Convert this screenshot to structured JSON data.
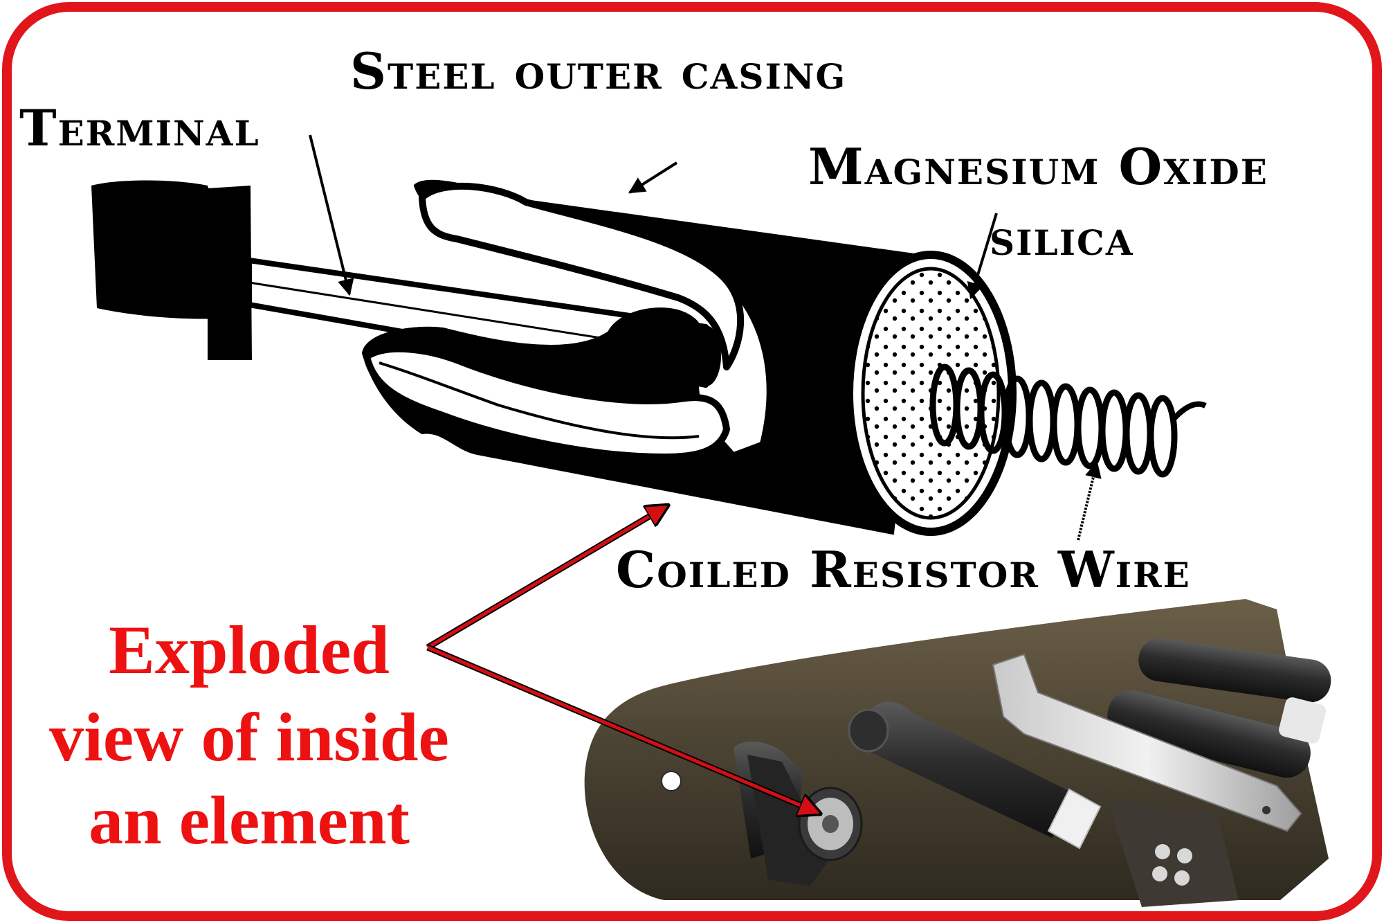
{
  "labels": {
    "steel_outer_casing": "Steel outer casing",
    "terminal": "Terminal",
    "magnesium_oxide": "Magnesium Oxide",
    "silica": "silica",
    "coiled_resistor_wire": "Coiled Resistor Wire"
  },
  "caption": {
    "line1": "Exploded",
    "line2": "view of inside",
    "line3": "an element"
  },
  "colors": {
    "frame": "#e0161b",
    "caption": "#ee1111",
    "arrow": "#d40f14",
    "ink": "#000000"
  }
}
